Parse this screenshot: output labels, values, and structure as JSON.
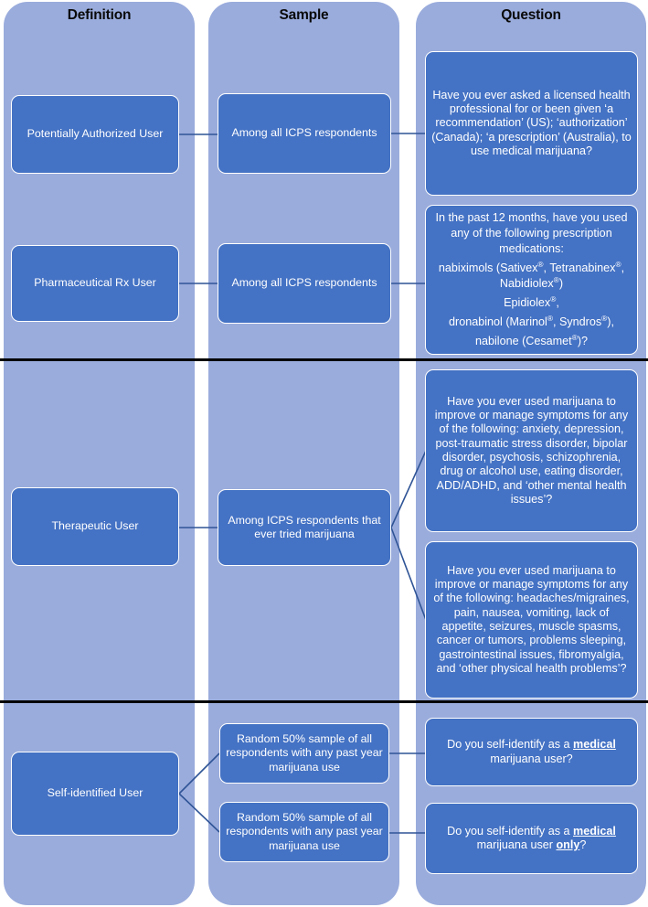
{
  "columns": [
    {
      "id": "definition",
      "header": "Definition"
    },
    {
      "id": "sample",
      "header": "Sample"
    },
    {
      "id": "question",
      "header": "Question"
    }
  ],
  "colors": {
    "column_background": "#9aacdc",
    "node_fill": "#4472c4",
    "node_border": "#ffffff",
    "node_text": "#ffffff",
    "divider": "#000000",
    "connector": "#2f5496",
    "header_text": "#0a0a0a",
    "page_background": "#ffffff"
  },
  "rows": [
    {
      "id": "potentially-authorized-user",
      "definition": "Potentially Authorized User",
      "samples": [
        {
          "id": "sample-all-icps-1",
          "text": "Among all ICPS respondents"
        }
      ],
      "questions": [
        {
          "id": "question-authorization",
          "text": "Have you ever asked a licensed health professional for or been given ‘a recommendation’ (US); ‘authorization’ (Canada); ‘a prescription’ (Australia), to use medical marijuana?"
        }
      ]
    },
    {
      "id": "pharmaceutical-rx-user",
      "definition": "Pharmaceutical Rx User",
      "samples": [
        {
          "id": "sample-all-icps-2",
          "text": "Among all ICPS respondents"
        }
      ],
      "questions": [
        {
          "id": "question-prescription-medications",
          "lead": "In the past 12 months, have you used any of the following prescription medications:",
          "lines": [
            "nabiximols (Sativex®, Tetranabinex®, Nabidiolex®)",
            "Epidiolex®,",
            "dronabinol (Marinol®, Syndros®),",
            "nabilone (Cesamet®)?"
          ],
          "text": "In the past 12 months, have you used any of the following prescription medications: nabiximols (Sativex®, Tetranabinex®, Nabidiolex®) Epidiolex®, dronabinol (Marinol®, Syndros®), nabilone (Cesamet®)?"
        }
      ]
    },
    {
      "id": "therapeutic-user",
      "definition": "Therapeutic User",
      "samples": [
        {
          "id": "sample-ever-tried",
          "text": "Among ICPS respondents that ever tried marijuana"
        }
      ],
      "questions": [
        {
          "id": "question-mental-health",
          "text": "Have you ever used marijuana to improve or manage symptoms for any of the following: anxiety, depression, post-traumatic stress disorder, bipolar disorder, psychosis, schizophrenia, drug or alcohol use, eating disorder, ADD/ADHD, and ‘other mental health issues’?"
        },
        {
          "id": "question-physical-health",
          "text": "Have you ever used marijuana to improve or manage symptoms for any of the following: headaches/migraines, pain, nausea, vomiting, lack of appetite, seizures, muscle spasms, cancer or tumors, problems sleeping, gastrointestinal issues, fibromyalgia, and ‘other physical health problems’?"
        }
      ]
    },
    {
      "id": "self-identified-user",
      "definition": "Self-identified User",
      "samples": [
        {
          "id": "sample-random-50-a",
          "text": "Random 50% sample of all respondents with any past year marijuana use"
        },
        {
          "id": "sample-random-50-b",
          "text": "Random 50% sample of all respondents with any past year marijuana use"
        }
      ],
      "questions": [
        {
          "id": "question-self-identify-medical",
          "prefix": "Do you self-identify as a ",
          "emphasis_1": "medical",
          "middle": " marijuana user?",
          "emphasis_2": "",
          "suffix": "",
          "text": "Do you self-identify as a medical marijuana user?"
        },
        {
          "id": "question-self-identify-medical-only",
          "prefix": "Do you self-identify as a ",
          "emphasis_1": "medical",
          "middle": " marijuana user ",
          "emphasis_2": "only",
          "suffix": "?",
          "text": "Do you self-identify as a medical marijuana user only?"
        }
      ]
    }
  ]
}
